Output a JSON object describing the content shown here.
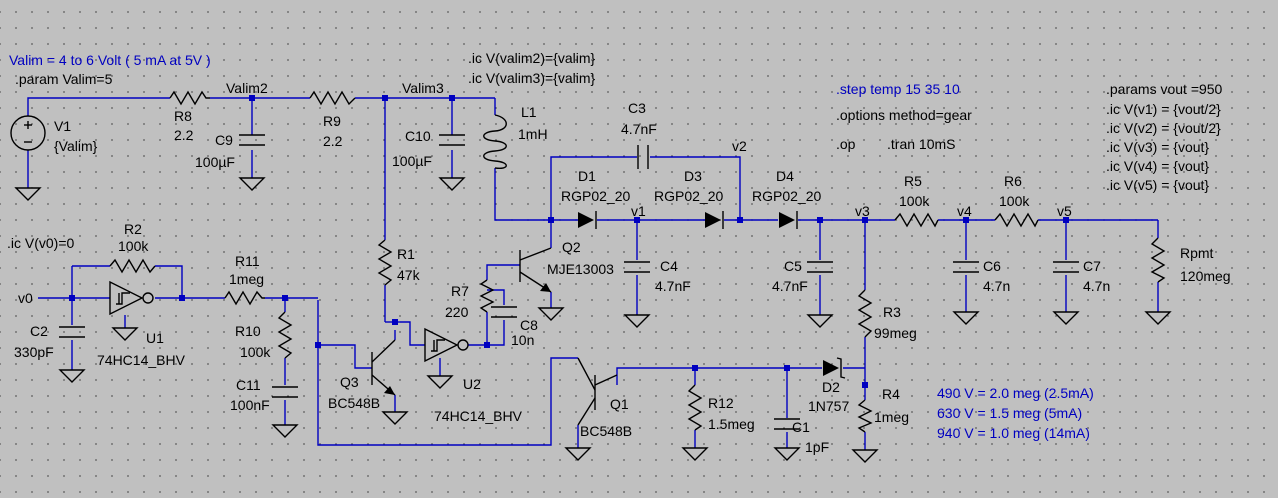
{
  "directives": {
    "valim_range": "Valim = 4 to 6 Volt ( 5 mA at 5V )",
    "param_valim": ".param Valim=5",
    "ic_valim2": ".ic V(valim2)={valim}",
    "ic_valim3": ".ic V(valim3)={valim}",
    "step_temp": ".step temp 15 35 10",
    "options": ".options method=gear",
    "op": ".op",
    "tran": ".tran 10mS",
    "params_vout": ".params vout =950",
    "ic_v1": ".ic V(v1) = {vout/2}",
    "ic_v2": ".ic V(v2) = {vout/2}",
    "ic_v3": ".ic V(v3) = {vout}",
    "ic_v4": ".ic V(v4) = {vout}",
    "ic_v5": ".ic V(v5) = {vout}",
    "ic_v0": ".ic V(v0)=0"
  },
  "notes": {
    "line1": "490 V = 2.0 meg (2.5mA)",
    "line2": "630 V = 1.5 meg (5mA)",
    "line3": "940 V = 1.0 meg (14mA)"
  },
  "nets": {
    "valim2": "Valim2",
    "valim3": "Valim3",
    "v0": "v0",
    "v1": "v1",
    "v2": "v2",
    "v3": "v3",
    "v4": "v4",
    "v5": "v5"
  },
  "components": {
    "V1": {
      "name": "V1",
      "value": "{Valim}"
    },
    "R8": {
      "name": "R8",
      "value": "2.2"
    },
    "R9": {
      "name": "R9",
      "value": "2.2"
    },
    "C9": {
      "name": "C9",
      "value": "100µF"
    },
    "C10": {
      "name": "C10",
      "value": "100µF"
    },
    "L1": {
      "name": "L1",
      "value": "1mH"
    },
    "C3": {
      "name": "C3",
      "value": "4.7nF"
    },
    "D1": {
      "name": "D1",
      "value": "RGP02_20"
    },
    "D3": {
      "name": "D3",
      "value": "RGP02_20"
    },
    "D4": {
      "name": "D4",
      "value": "RGP02_20"
    },
    "C4": {
      "name": "C4",
      "value": "4.7nF"
    },
    "C5": {
      "name": "C5",
      "value": "4.7nF"
    },
    "R5": {
      "name": "R5",
      "value": "100k"
    },
    "R6": {
      "name": "R6",
      "value": "100k"
    },
    "C6": {
      "name": "C6",
      "value": "4.7n"
    },
    "C7": {
      "name": "C7",
      "value": "4.7n"
    },
    "Rpmt": {
      "name": "Rpmt",
      "value": "120meg"
    },
    "R3": {
      "name": "R3",
      "value": "99meg"
    },
    "R4": {
      "name": "R4",
      "value": "1meg"
    },
    "D2": {
      "name": "D2",
      "value": "1N757"
    },
    "C1": {
      "name": "C1",
      "value": "1pF"
    },
    "R12": {
      "name": "R12",
      "value": "1.5meg"
    },
    "Q1": {
      "name": "Q1",
      "value": "BC548B"
    },
    "Q2": {
      "name": "Q2",
      "value": "MJE13003"
    },
    "Q3": {
      "name": "Q3",
      "value": "BC548B"
    },
    "R1": {
      "name": "R1",
      "value": "47k"
    },
    "R7": {
      "name": "R7",
      "value": "220"
    },
    "C8": {
      "name": "C8",
      "value": "10n"
    },
    "U1": {
      "name": "U1",
      "value": "74HC14_BHV"
    },
    "U2": {
      "name": "U2",
      "value": "74HC14_BHV"
    },
    "R2": {
      "name": "R2",
      "value": "100k"
    },
    "R11": {
      "name": "R11",
      "value": "1meg"
    },
    "R10": {
      "name": "R10",
      "value": "100k"
    },
    "C11": {
      "name": "C11",
      "value": "100nF"
    },
    "C2": {
      "name": "C2",
      "value": "330pF"
    }
  },
  "colors": {
    "background": "#c0c0c0",
    "wire": "#0000c0",
    "symbol": "#000000",
    "directive": "#000000",
    "note": "#0000c0"
  },
  "icons": {
    "ground": "ground-icon",
    "resistor": "resistor-icon",
    "capacitor": "capacitor-icon",
    "inductor": "inductor-icon",
    "diode": "diode-icon",
    "zener": "zener-diode-icon",
    "npn": "npn-transistor-icon",
    "schmitt": "schmitt-inverter-icon",
    "source": "voltage-source-icon"
  }
}
